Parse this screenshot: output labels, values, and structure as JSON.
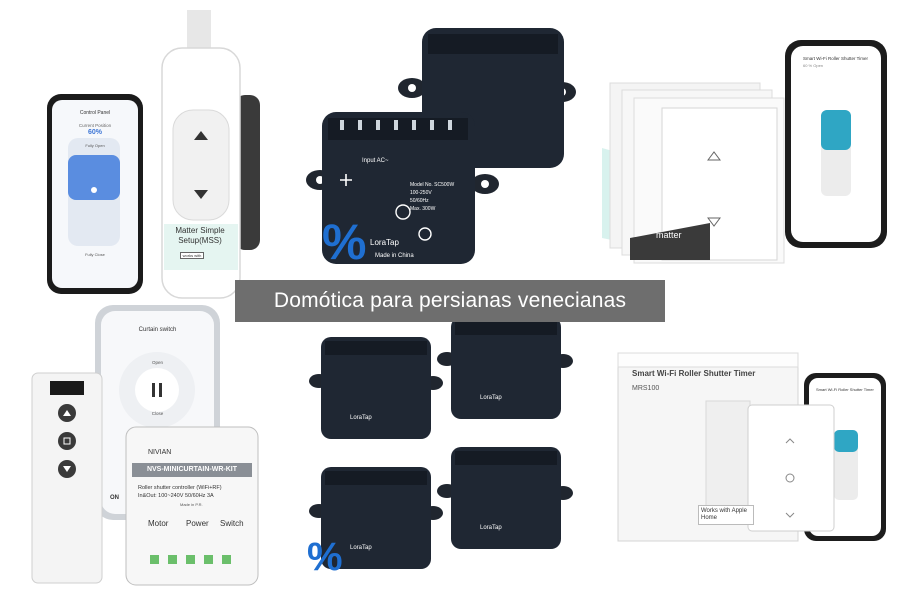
{
  "banner": {
    "title": "Domótica para persianas venecianas"
  },
  "products": {
    "motor_kit": {
      "phone_title": "Control Panel",
      "position_label": "Current Position",
      "position_value": "60%",
      "open_label": "Fully Open",
      "close_label": "Fully Close",
      "motor_label": "Matter Simple Setup(MSS)",
      "works_with": "works with"
    },
    "loratap_pair": {
      "brand": "LoraTap",
      "model": "Model No. SC500W",
      "voltage": "100-250V",
      "freq": "50/60Hz",
      "power": "Max. 300W",
      "origin": "Made in China",
      "input": "Input AC~",
      "discount": "%"
    },
    "matter_switches": {
      "phone_title": "Smart Wi-Fi Roller Shutter Timer",
      "phone_sub": "60 % Open",
      "badge": "matter"
    },
    "nivian": {
      "phone_title": "Curtain switch",
      "open_label": "Open",
      "close_label": "Close",
      "brand": "NIVIAN",
      "model": "NVS-MINICURTAIN-WR-KIT",
      "desc": "Roller shutter controller (WiFi+RF)",
      "spec": "In&Out: 100~240V 50/60Hz 3A",
      "origin": "Made in P.R.",
      "col_motor": "Motor",
      "col_power": "Power",
      "col_switch": "Switch",
      "on_label": "ON"
    },
    "loratap_four": {
      "brand": "LoraTap",
      "discount": "%"
    },
    "meross_box": {
      "box_title": "Smart Wi-Fi Roller Shutter Timer",
      "box_model": "MRS100",
      "badge": "Works with Apple Home",
      "phone_title": "Smart Wi-Fi Roller Shutter Timer"
    }
  },
  "colors": {
    "banner_bg": "#6e6e6e",
    "module_dark": "#1f2733",
    "discount_blue": "#1f6fd1",
    "accent_teal": "#2fa6c4"
  }
}
